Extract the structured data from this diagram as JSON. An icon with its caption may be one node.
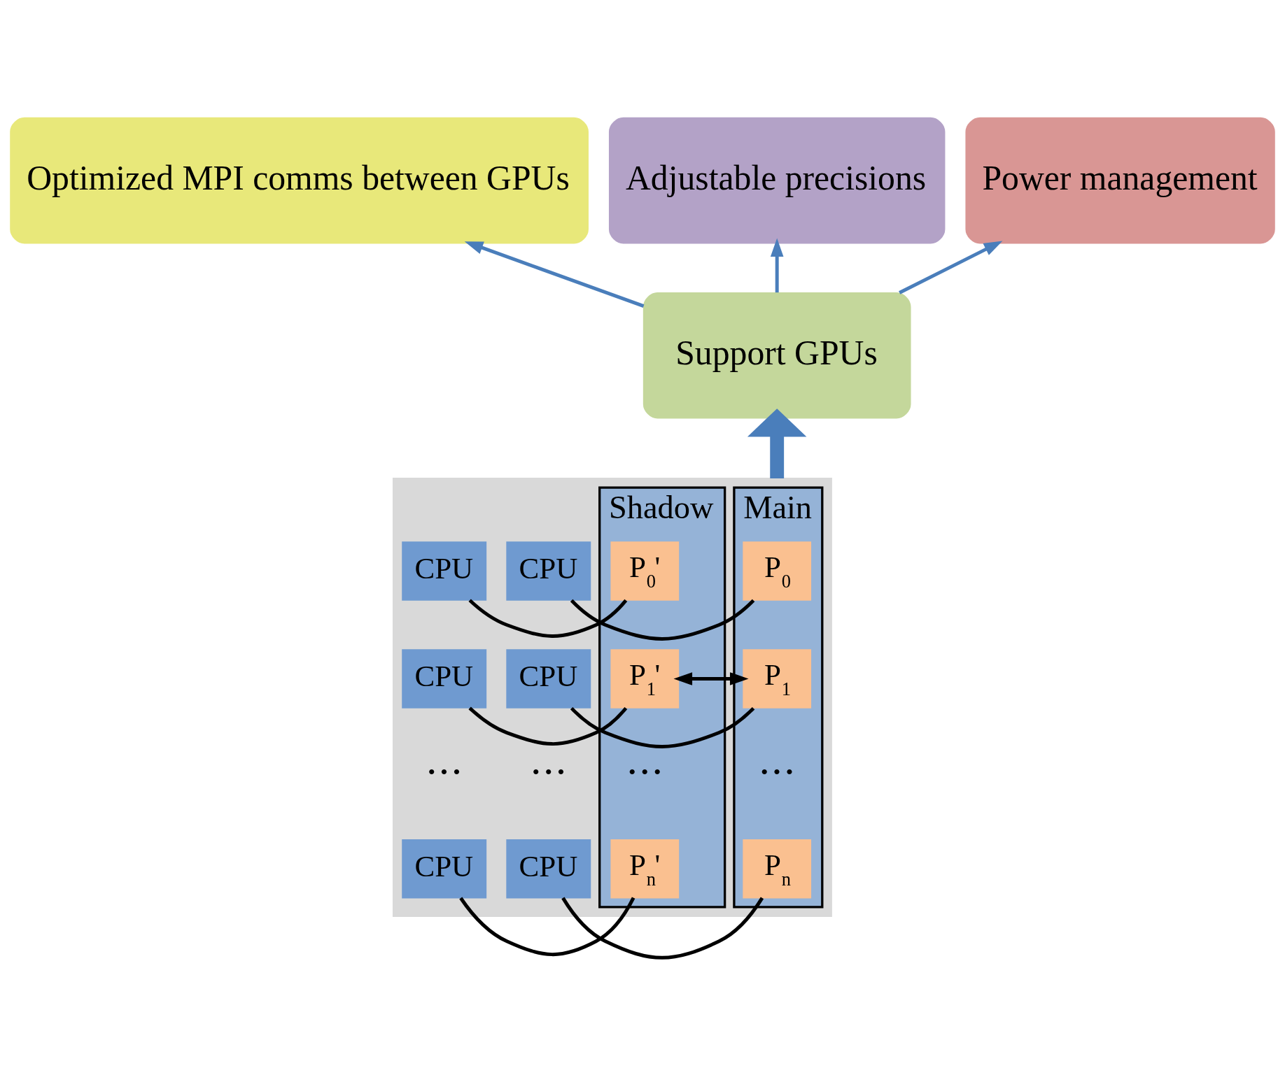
{
  "diagram": {
    "nodes": [
      {
        "text": [
          "Optimized MPI comms between GPUs"
        ]
      },
      {
        "text": [
          "Adjustable precisions"
        ]
      },
      {
        "text": [
          "Power management"
        ]
      },
      {
        "text": [
          "Support GPUs"
        ]
      },
      {
        "text": [],
        "shape": "box"
      },
      {
        "text": [
          "Main"
        ],
        "in": 4
      },
      {
        "text": [
          "P$_{0}$"
        ],
        "in": 5
      },
      {
        "text": [
          "P$_{1}$"
        ],
        "in": 5
      },
      {
        "text": [
          "P$_{n}$"
        ],
        "in": 5
      },
      {
        "text": [
          "Shadow"
        ],
        "in": 4
      },
      {
        "text": [
          "P$_{0}$'"
        ],
        "in": 9
      },
      {
        "text": [
          "P$_{1}$'"
        ],
        "in": 9
      },
      {
        "text": [
          "P$_{n}$'"
        ],
        "in": 9
      },
      {
        "text": [
          "CPU"
        ],
        "in": 4
      },
      {
        "text": [
          "CPU"
        ],
        "in": 4
      },
      {
        "text": [
          "CPU"
        ],
        "in": 4
      },
      {
        "text": [
          "CPU"
        ],
        "in": 4
      },
      {
        "text": [
          "CPU"
        ],
        "in": 4
      },
      {
        "text": [
          "CPU"
        ],
        "in": 4
      }
    ],
    "edges": [
      {
        "from": 3,
        "to": 0,
        "arrow": "to",
        "color": "#4a7ebb"
      },
      {
        "from": 3,
        "to": 1,
        "arrow": "to",
        "color": "#4a7ebb"
      },
      {
        "from": 3,
        "to": 2,
        "arrow": "to",
        "color": "#4a7ebb"
      },
      {
        "from": 4,
        "to": 3,
        "arrow": "to",
        "style": "thick",
        "color": "#4a7ebb"
      },
      {
        "from": 13,
        "to": 6,
        "arrow": "none"
      },
      {
        "from": 14,
        "to": 7,
        "arrow": "none"
      },
      {
        "from": 15,
        "to": 8,
        "arrow": "none"
      },
      {
        "from": 7,
        "to": 11,
        "arrow": "both"
      },
      {
        "from": 10,
        "to": 16,
        "arrow": "none"
      },
      {
        "from": 11,
        "to": 17,
        "arrow": "none"
      },
      {
        "from": 12,
        "to": 18,
        "arrow": "none"
      }
    ],
    "labels": [
      "• • •",
      "• • •",
      "• • •",
      "• • •"
    ]
  }
}
